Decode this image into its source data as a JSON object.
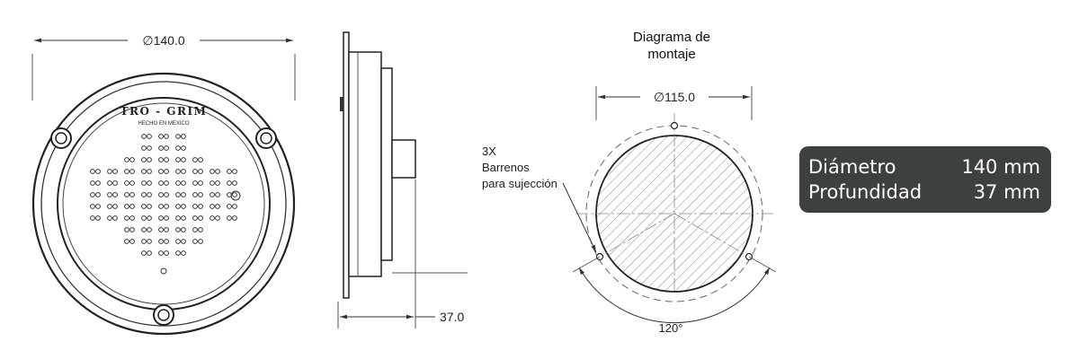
{
  "front_view": {
    "diameter_label": "∅140.0",
    "brand_text": "TRO - GRIM",
    "made_in_text": "HECHO EN MEXICO"
  },
  "side_view": {
    "depth_label": "37.0"
  },
  "mounting": {
    "title_line1": "Diagrama de",
    "title_line2": "montaje",
    "diameter_label": "∅115.0",
    "holes_note_line1": "3X",
    "holes_note_line2": "Barrenos",
    "holes_note_line3": "para sujección",
    "angle_label": "120°"
  },
  "specs": [
    {
      "label": "Diámetro",
      "value": "140 mm"
    },
    {
      "label": "Profundidad",
      "value": "37 mm"
    }
  ]
}
